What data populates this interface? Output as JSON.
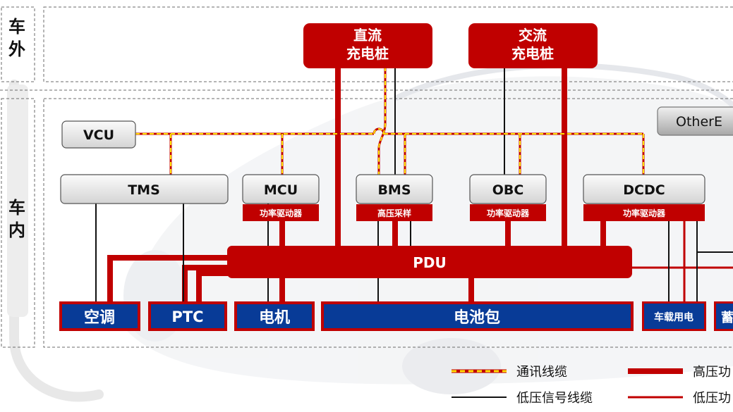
{
  "zones": {
    "outside": "车\n外",
    "inside": "车\n内"
  },
  "chargers": {
    "dc": "直流\n充电桩",
    "ac": "交流\n充电桩"
  },
  "controllers": {
    "vcu": "VCU",
    "other": "OtherE",
    "tms": "TMS",
    "mcu": "MCU",
    "bms": "BMS",
    "obc": "OBC",
    "dcdc": "DCDC"
  },
  "sub_labels": {
    "mcu": "功率驱动器",
    "bms": "高压采样",
    "obc": "功率驱动器",
    "dcdc": "功率驱动器"
  },
  "pdu": "PDU",
  "loads": {
    "ac": "空调",
    "ptc": "PTC",
    "motor": "电机",
    "battery": "电池包",
    "vehicle_power": "车载用电",
    "cut": "蓄"
  },
  "legend": {
    "comm": "通讯线缆",
    "lv_signal": "低压信号线缆",
    "hv_power": "高压功",
    "lv_power": "低压功"
  },
  "colors": {
    "hv_red": "#c00000",
    "comm_yellow": "#ffe000",
    "load_blue": "#083b97",
    "ctrl_grey": "#e6e6e6"
  }
}
